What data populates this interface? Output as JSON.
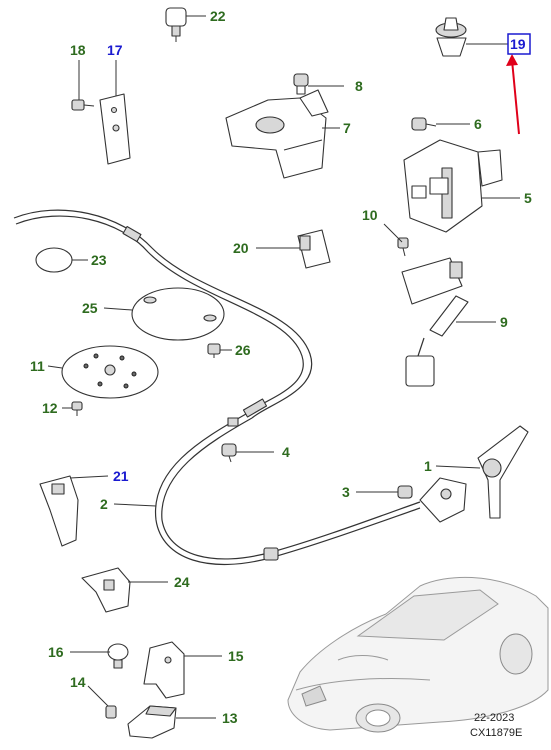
{
  "diagram": {
    "callouts": [
      {
        "id": "c1",
        "label": "1",
        "color": "#2e6b1f"
      },
      {
        "id": "c2",
        "label": "2",
        "color": "#2e6b1f"
      },
      {
        "id": "c3",
        "label": "3",
        "color": "#2e6b1f"
      },
      {
        "id": "c4",
        "label": "4",
        "color": "#2e6b1f"
      },
      {
        "id": "c5",
        "label": "5",
        "color": "#2e6b1f"
      },
      {
        "id": "c6",
        "label": "6",
        "color": "#2e6b1f"
      },
      {
        "id": "c7",
        "label": "7",
        "color": "#2e6b1f"
      },
      {
        "id": "c8",
        "label": "8",
        "color": "#2e6b1f"
      },
      {
        "id": "c9",
        "label": "9",
        "color": "#2e6b1f"
      },
      {
        "id": "c10",
        "label": "10",
        "color": "#2e6b1f"
      },
      {
        "id": "c11",
        "label": "11",
        "color": "#2e6b1f"
      },
      {
        "id": "c12",
        "label": "12",
        "color": "#2e6b1f"
      },
      {
        "id": "c13",
        "label": "13",
        "color": "#2e6b1f"
      },
      {
        "id": "c14",
        "label": "14",
        "color": "#2e6b1f"
      },
      {
        "id": "c15",
        "label": "15",
        "color": "#2e6b1f"
      },
      {
        "id": "c16",
        "label": "16",
        "color": "#2e6b1f"
      },
      {
        "id": "c17",
        "label": "17",
        "color": "#1a1ad0"
      },
      {
        "id": "c18",
        "label": "18",
        "color": "#2e6b1f"
      },
      {
        "id": "c19",
        "label": "19",
        "color": "#1a1ad0",
        "highlighted": true
      },
      {
        "id": "c20",
        "label": "20",
        "color": "#2e6b1f"
      },
      {
        "id": "c21",
        "label": "21",
        "color": "#1a1ad0"
      },
      {
        "id": "c22",
        "label": "22",
        "color": "#2e6b1f"
      },
      {
        "id": "c23",
        "label": "23",
        "color": "#2e6b1f"
      },
      {
        "id": "c24",
        "label": "24",
        "color": "#2e6b1f"
      },
      {
        "id": "c25",
        "label": "25",
        "color": "#2e6b1f"
      },
      {
        "id": "c26",
        "label": "26",
        "color": "#2e6b1f"
      }
    ],
    "highlight_color": "#1a1ad0",
    "pointer_arrow_color": "#e0001a",
    "footer": {
      "date": "22-2023",
      "reference": "CX11879E"
    }
  }
}
